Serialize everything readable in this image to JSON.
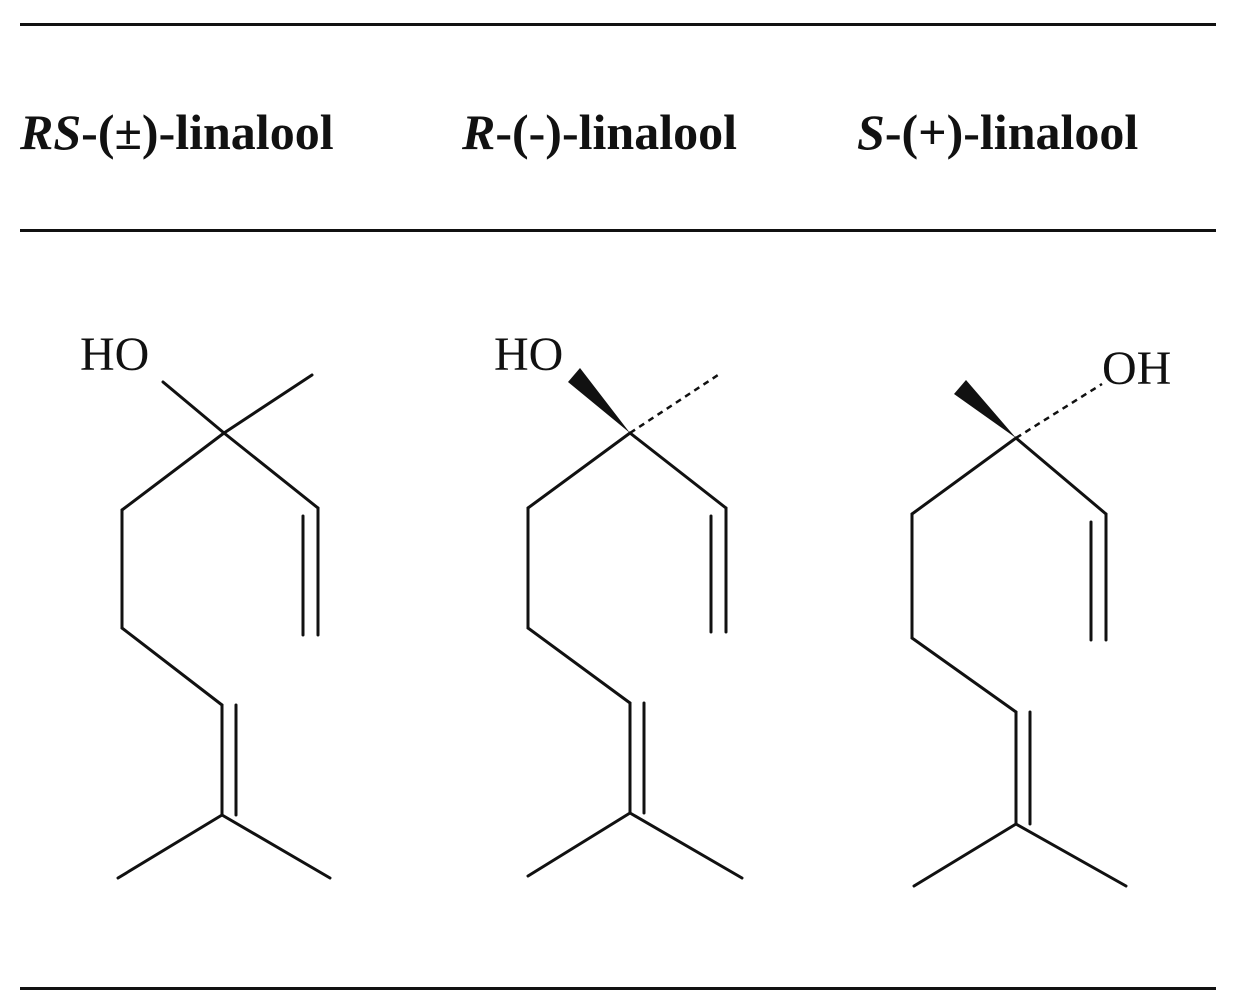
{
  "compounds": [
    {
      "id": "rs",
      "prefix": "RS",
      "suffix": "-(±)-linalool",
      "hydroxyl_label": "HO"
    },
    {
      "id": "r",
      "prefix": "R",
      "suffix": "-(-)-linalool",
      "hydroxyl_label": "HO"
    },
    {
      "id": "s",
      "prefix": "S",
      "suffix": "-(+)-linalool",
      "hydroxyl_label": "OH"
    }
  ],
  "colors": {
    "ink": "#111111",
    "background": "#ffffff"
  }
}
